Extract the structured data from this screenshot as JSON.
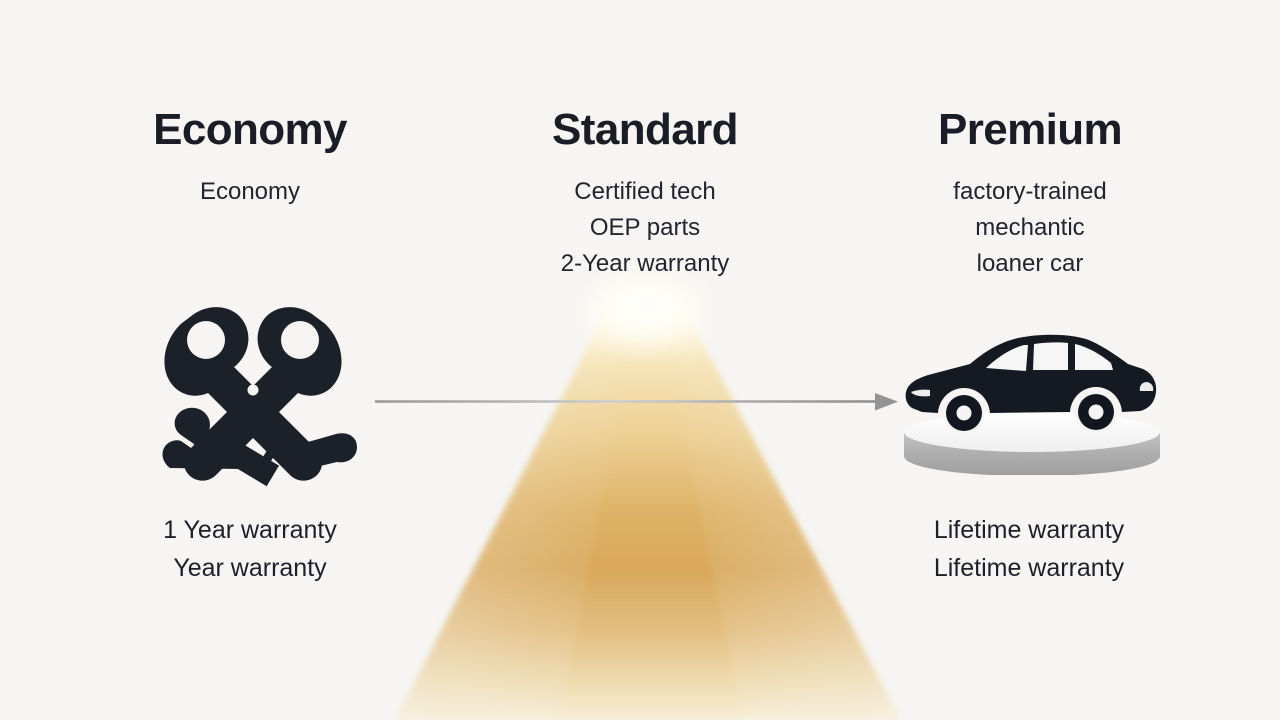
{
  "background_color": "#f6f5f3",
  "columns": [
    {
      "id": "economy",
      "title": "Economy",
      "bullets": [
        "Economy"
      ],
      "icon": "crossed-tools-wrench-icon",
      "caption": [
        "1 Year warranty",
        "Year warranty"
      ]
    },
    {
      "id": "standard",
      "title": "Standard",
      "bullets": [
        "Certified tech",
        "OEP parts",
        "2-Year warranty"
      ],
      "icon": "light-beam",
      "caption": []
    },
    {
      "id": "premium",
      "title": "Premium",
      "bullets": [
        "factory-trained",
        "mechantic",
        "loaner car"
      ],
      "icon": "car-on-pedestal-icon",
      "caption": [
        "Lifetime warranty",
        "Lifetime warranty"
      ]
    }
  ],
  "arrow": {
    "name": "progression-arrow",
    "direction": "right",
    "color": "#8e8e8e"
  },
  "beam": {
    "name": "golden-light-beam",
    "apex_color": "#fffdf2",
    "mid_color": "#d9a85a",
    "base_color": "#f5ead0"
  },
  "palette": {
    "heading": "#1a1d26",
    "body_text": "#22252e",
    "icon_dark": "#1c2028",
    "pedestal_gray": "#b2b2b2",
    "arrow_gray": "#8e8e8e"
  }
}
